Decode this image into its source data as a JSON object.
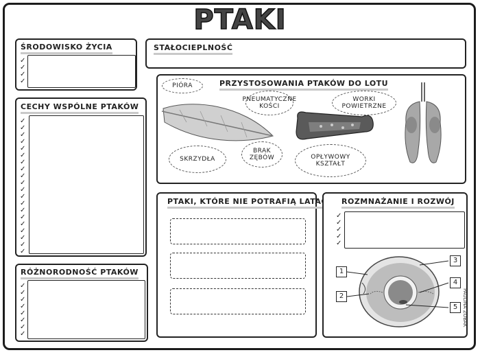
{
  "title": "PTAKI",
  "sections": {
    "srodowisko": {
      "title": "ŚRODOWISKO ŻYCIA"
    },
    "cechy": {
      "title": "CECHY WSPÓLNE PTAKÓW"
    },
    "roznorodnosc": {
      "title": "RÓŻNORODNOŚĆ PTAKÓW"
    },
    "stalocieplnosc": {
      "title": "STAŁOCIEPLNOŚĆ"
    },
    "przystosowania": {
      "title": "PRZYSTOSOWANIA PTAKÓW DO LOTU",
      "labels": {
        "piora": "PIÓRA",
        "kosci": "PNEUMATYCZNE KOŚCI",
        "worki": "WORKI POWIETRZNE",
        "skrzydla": "SKRZYDŁA",
        "zeby": "BRAK ZĘBÓW",
        "ksztalt": "OPŁYWOWY KSZTAŁT"
      }
    },
    "nielatajace": {
      "title": "PTAKI, KTÓRE NIE POTRAFIĄ LATAĆ"
    },
    "rozmnazanie": {
      "title": "ROZMNAŻANIE I ROZWÓJ",
      "egg_numbers": [
        "1",
        "2",
        "3",
        "4",
        "5"
      ]
    }
  },
  "check_mark": "✓",
  "signature": "PAULINA ZOBAK",
  "colors": {
    "ink": "#222222",
    "highlight": "#c9c9c9",
    "egg_yolk": "#8a8a8a"
  }
}
